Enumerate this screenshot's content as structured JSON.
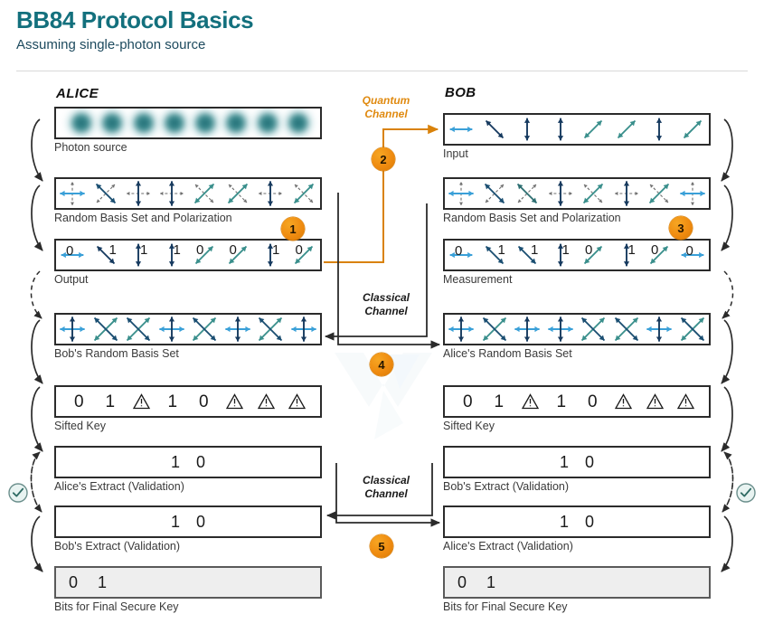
{
  "header": {
    "title": "BB84 Protocol Basics",
    "subtitle": "Assuming single-photon source",
    "accent_color": "#13707d",
    "badge_color": "#ef8b10"
  },
  "columns": {
    "alice": {
      "heading": "ALICE"
    },
    "bob": {
      "heading": "BOB"
    }
  },
  "channels": [
    {
      "id": "quantum",
      "label": "Quantum\nChannel",
      "color": "#e08a10",
      "step": "2"
    },
    {
      "id": "classical_basis",
      "label": "Classical\nChannel",
      "color": "#1b1b1b",
      "step": "4"
    },
    {
      "id": "classical_validation",
      "label": "Classical\nChannel",
      "color": "#1b1b1b",
      "step": "5"
    }
  ],
  "badges": [
    {
      "step": "1",
      "near": "alice-random-basis"
    },
    {
      "step": "2",
      "near": "quantum-channel"
    },
    {
      "step": "3",
      "near": "bob-random-basis"
    },
    {
      "step": "4",
      "near": "classical-channel-basis"
    },
    {
      "step": "5",
      "near": "classical-channel-validation"
    }
  ],
  "left_column_rows": [
    {
      "id": "photon-source",
      "caption": "Photon source",
      "type": "photons",
      "count": 8
    },
    {
      "id": "alice-random-basis",
      "caption": "Random Basis Set and Polarization",
      "type": "basis-polarization",
      "cells": [
        {
          "chosen": "horizontal",
          "dashed": "vertical",
          "color": "#3aa0d8"
        },
        {
          "chosen": "diag-nwse",
          "dashed": "diag-nesw",
          "color": "#1b4f72"
        },
        {
          "chosen": "vertical",
          "dashed": "horizontal",
          "color": "#173a5e"
        },
        {
          "chosen": "vertical",
          "dashed": "horizontal",
          "color": "#173a5e"
        },
        {
          "chosen": "diag-nesw",
          "dashed": "diag-nwse",
          "color": "#3a8f8c"
        },
        {
          "chosen": "diag-nesw",
          "dashed": "diag-nwse",
          "color": "#3a8f8c"
        },
        {
          "chosen": "vertical",
          "dashed": "horizontal",
          "color": "#173a5e"
        },
        {
          "chosen": "diag-nesw",
          "dashed": "diag-nwse",
          "color": "#3a8f8c"
        }
      ]
    },
    {
      "id": "alice-output",
      "caption": "Output",
      "type": "bits-arrows",
      "bits": [
        "0",
        "1",
        "1",
        "1",
        "0",
        "0",
        "1",
        "0"
      ],
      "cells": [
        {
          "dir": "horizontal",
          "color": "#3aa0d8"
        },
        {
          "dir": "diag-nwse",
          "color": "#163a5f"
        },
        {
          "dir": "vertical",
          "color": "#163a5f"
        },
        {
          "dir": "vertical",
          "color": "#163a5f"
        },
        {
          "dir": "diag-nesw",
          "color": "#3a8f8c"
        },
        {
          "dir": "diag-nesw",
          "color": "#3a8f8c"
        },
        {
          "dir": "vertical",
          "color": "#163a5f"
        },
        {
          "dir": "diag-nesw",
          "color": "#3a8f8c"
        }
      ]
    },
    {
      "id": "bobs-random-basis-on-alice",
      "caption": "Bob's Random Basis Set",
      "type": "basis",
      "cells": [
        "plus",
        "cross",
        "cross",
        "plus",
        "cross",
        "plus",
        "cross",
        "plus"
      ]
    },
    {
      "id": "alice-sifted-key",
      "caption": "Sifted Key",
      "type": "key",
      "values": [
        "0",
        "1",
        "warn",
        "1",
        "0",
        "warn",
        "warn",
        "warn"
      ]
    },
    {
      "id": "alice-extract-validation",
      "caption": "Alice's Extract (Validation)",
      "type": "extract",
      "values": [
        "1",
        "0"
      ]
    },
    {
      "id": "bobs-extract-validation-on-alice",
      "caption": "Bob's Extract (Validation)",
      "type": "extract",
      "values": [
        "1",
        "0"
      ]
    },
    {
      "id": "alice-final-key",
      "caption": "Bits for Final Secure Key",
      "type": "final",
      "values": [
        "0",
        "1"
      ]
    }
  ],
  "right_column_rows": [
    {
      "id": "bob-input",
      "caption": "Input",
      "type": "arrows",
      "cells": [
        {
          "dir": "horizontal",
          "color": "#3aa0d8"
        },
        {
          "dir": "diag-nwse",
          "color": "#163a5f"
        },
        {
          "dir": "vertical",
          "color": "#163a5f"
        },
        {
          "dir": "vertical",
          "color": "#163a5f"
        },
        {
          "dir": "diag-nesw",
          "color": "#3a8f8c"
        },
        {
          "dir": "diag-nesw",
          "color": "#3a8f8c"
        },
        {
          "dir": "vertical",
          "color": "#163a5f"
        },
        {
          "dir": "diag-nesw",
          "color": "#3a8f8c"
        }
      ]
    },
    {
      "id": "bob-random-basis",
      "caption": "Random Basis Set and Polarization",
      "type": "basis-polarization",
      "cells": [
        {
          "chosen": "horizontal",
          "dashed": "vertical",
          "color": "#3aa0d8"
        },
        {
          "chosen": "diag-nwse",
          "dashed": "diag-nesw",
          "color": "#1b4f72"
        },
        {
          "chosen": "diag-nwse",
          "dashed": "diag-nesw",
          "color": "#2e6f72"
        },
        {
          "chosen": "vertical",
          "dashed": "horizontal",
          "color": "#173a5e"
        },
        {
          "chosen": "diag-nesw",
          "dashed": "diag-nwse",
          "color": "#3a8f8c"
        },
        {
          "chosen": "vertical",
          "dashed": "horizontal",
          "color": "#173a5e"
        },
        {
          "chosen": "diag-nesw",
          "dashed": "diag-nwse",
          "color": "#3a8f8c"
        },
        {
          "chosen": "horizontal",
          "dashed": "vertical",
          "color": "#3aa0d8"
        }
      ]
    },
    {
      "id": "bob-measurement",
      "caption": "Measurement",
      "type": "bits-arrows",
      "bits": [
        "0",
        "1",
        "1",
        "1",
        "0",
        "1",
        "0",
        "0"
      ],
      "cells": [
        {
          "dir": "horizontal",
          "color": "#3aa0d8"
        },
        {
          "dir": "diag-nwse",
          "color": "#1b4f72"
        },
        {
          "dir": "diag-nwse",
          "color": "#1b4f72"
        },
        {
          "dir": "vertical",
          "color": "#163a5f"
        },
        {
          "dir": "diag-nesw",
          "color": "#3a8f8c"
        },
        {
          "dir": "vertical",
          "color": "#163a5f"
        },
        {
          "dir": "diag-nesw",
          "color": "#3a8f8c"
        },
        {
          "dir": "horizontal",
          "color": "#3aa0d8"
        }
      ]
    },
    {
      "id": "alices-random-basis-on-bob",
      "caption": "Alice's Random Basis Set",
      "type": "basis",
      "cells": [
        "plus",
        "cross",
        "plus",
        "plus",
        "cross",
        "cross",
        "plus",
        "cross"
      ]
    },
    {
      "id": "bob-sifted-key",
      "caption": "Sifted Key",
      "type": "key",
      "values": [
        "0",
        "1",
        "warn",
        "1",
        "0",
        "warn",
        "warn",
        "warn"
      ]
    },
    {
      "id": "bobs-extract-validation",
      "caption": "Bob's Extract (Validation)",
      "type": "extract",
      "values": [
        "1",
        "0"
      ]
    },
    {
      "id": "alices-extract-validation-on-bob",
      "caption": "Alice's Extract (Validation)",
      "type": "extract",
      "values": [
        "1",
        "0"
      ]
    },
    {
      "id": "bob-final-key",
      "caption": "Bits for Final Secure Key",
      "type": "final",
      "values": [
        "0",
        "1"
      ]
    }
  ],
  "check_icons": [
    {
      "id": "alice-validation-check",
      "glyph": "check-circle"
    },
    {
      "id": "bob-validation-check",
      "glyph": "check-circle"
    }
  ]
}
